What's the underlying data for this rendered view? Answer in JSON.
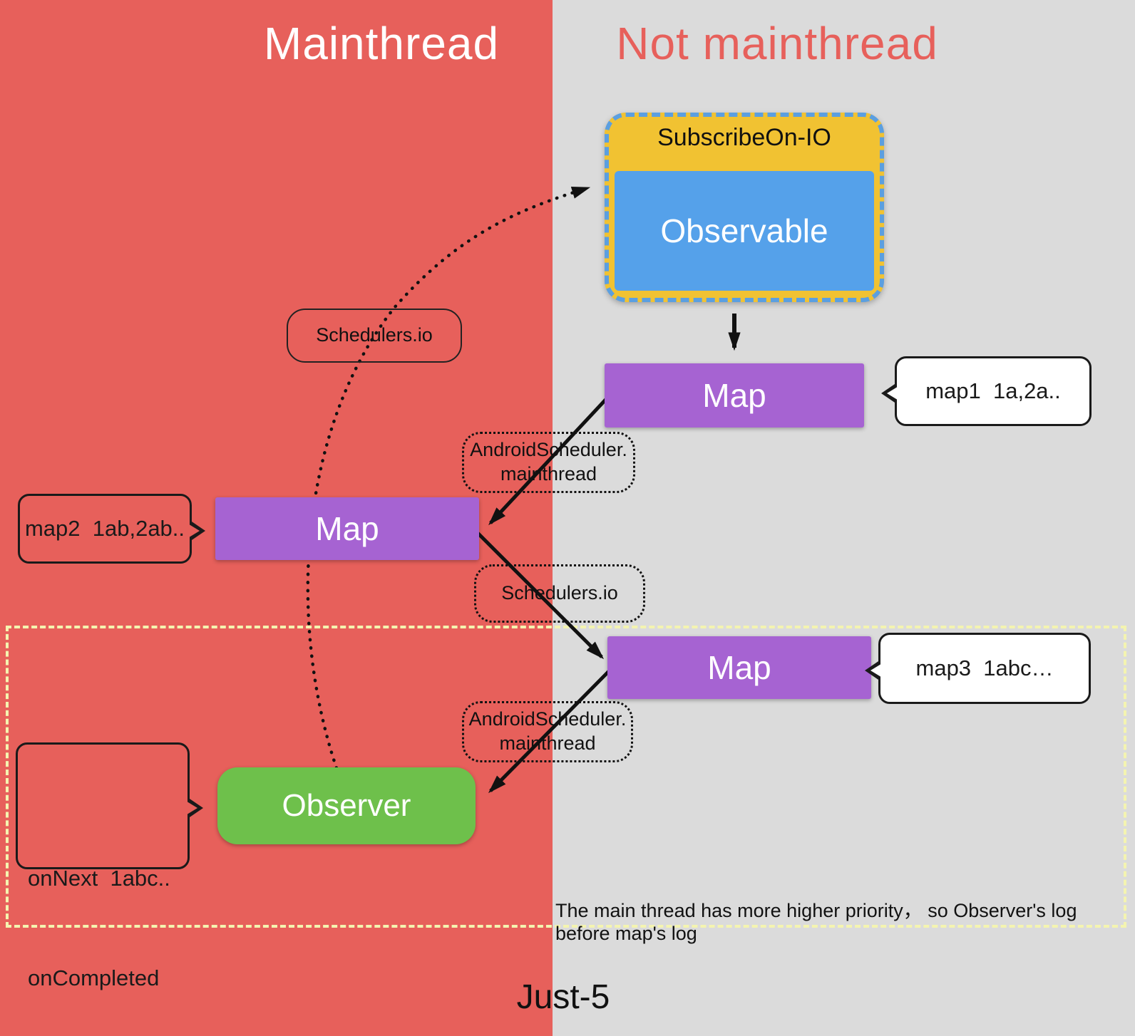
{
  "colors": {
    "main_bg": "#E7605B",
    "not_main_bg": "#DBDBDB",
    "purple": "#A663D2",
    "green": "#6EC04B",
    "gold": "#F1C232",
    "blue": "#55A1EA",
    "blue_border": "#5B9FE0",
    "pale_yellow": "#F4F4B0"
  },
  "headers": {
    "mainthread": "Mainthread",
    "not_mainthread": "Not mainthread"
  },
  "nodes": {
    "subscribe_on_label": "SubscribeOn-IO",
    "observable": "Observable",
    "map1": "Map",
    "map2": "Map",
    "map3": "Map",
    "observer": "Observer"
  },
  "scheduler_labels": {
    "io_top": "Schedulers.io",
    "android_mid_line1": "AndroidScheduler.",
    "android_mid_line2": "mainthread",
    "io_mid": "Schedulers.io",
    "android_bottom_line1": "AndroidScheduler.",
    "android_bottom_line2": "mainthread"
  },
  "callouts": {
    "map1": "map1  1a,2a..",
    "map2": "map2  1ab,2ab..",
    "map3": "map3  1abc…",
    "observer_line1": "onNext  1abc..",
    "observer_line2": "onCompleted"
  },
  "note": "The main thread has more higher priority，  so Observer's log before map's log",
  "caption": "Just-5"
}
